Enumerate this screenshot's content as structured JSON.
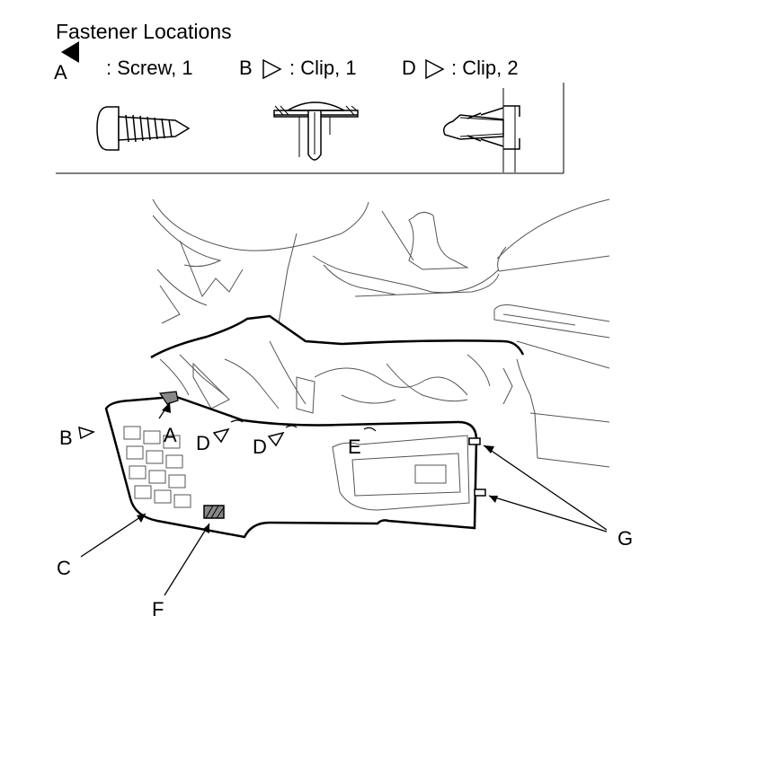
{
  "title": "Fastener Locations",
  "legend": {
    "a_letter": "A",
    "a_text": ": Screw, 1",
    "b_letter": "B",
    "b_text": ": Clip, 1",
    "d_letter": "D",
    "d_text": ": Clip, 2"
  },
  "callouts": {
    "A": "A",
    "B": "B",
    "C": "C",
    "D1": "D",
    "D2": "D",
    "E": "E",
    "F": "F",
    "G": "G"
  },
  "colors": {
    "line": "#000000",
    "light": "#555555"
  }
}
